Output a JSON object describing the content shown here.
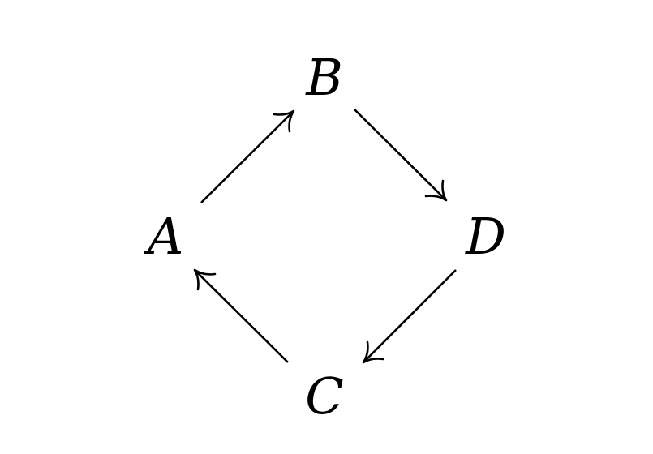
{
  "diagram": {
    "nodes": [
      {
        "id": "A",
        "label": "A"
      },
      {
        "id": "B",
        "label": "B"
      },
      {
        "id": "C",
        "label": "C"
      },
      {
        "id": "D",
        "label": "D"
      }
    ],
    "edges": [
      {
        "from": "A",
        "to": "B"
      },
      {
        "from": "B",
        "to": "D"
      },
      {
        "from": "D",
        "to": "C"
      },
      {
        "from": "C",
        "to": "A"
      }
    ]
  }
}
